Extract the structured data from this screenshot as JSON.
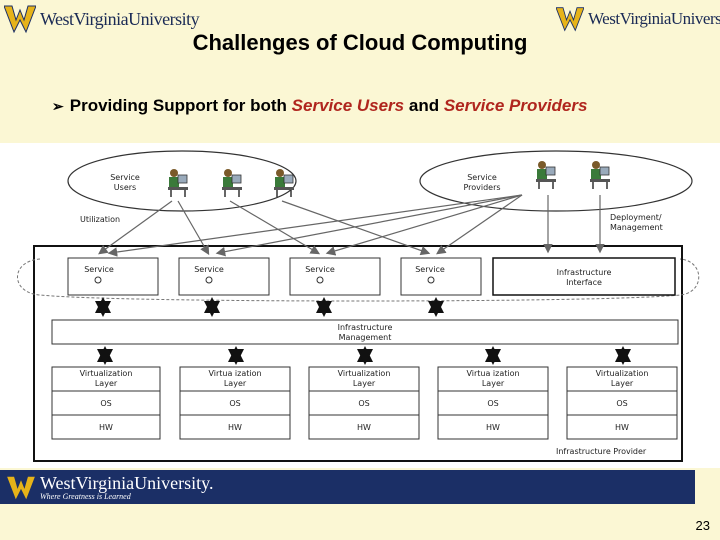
{
  "header": {
    "logo_left": "WestVirginiaUniversity",
    "logo_right": "WestVirginiaUniversity",
    "title": "Challenges of Cloud Computing"
  },
  "bullet": {
    "prefix": "Providing Support for both ",
    "em1": "Service Users",
    "mid": " and ",
    "em2": "Service Providers"
  },
  "diagram": {
    "users_label_1": "Service",
    "users_label_2": "Users",
    "providers_label_1": "Service",
    "providers_label_2": "Providers",
    "utilization": "Utilization",
    "deployment_1": "Deployment/",
    "deployment_2": "Management",
    "service_boxes": [
      "Service",
      "Service",
      "Service",
      "Service"
    ],
    "infra_interface_1": "Infrastructure",
    "infra_interface_2": "Interface",
    "infra_mgmt_1": "Infrastructure",
    "infra_mgmt_2": "Management",
    "stacks": [
      {
        "virt1": "Virtualization",
        "virt2": "Layer",
        "os": "OS",
        "hw": "HW"
      },
      {
        "virt1": "Virtua ization",
        "virt2": "Layer",
        "os": "OS",
        "hw": "HW"
      },
      {
        "virt1": "Virtualization",
        "virt2": "Layer",
        "os": "OS",
        "hw": "HW"
      },
      {
        "virt1": "Virtua ization",
        "virt2": "Layer",
        "os": "OS",
        "hw": "HW"
      },
      {
        "virt1": "Virtualization",
        "virt2": "Layer",
        "os": "OS",
        "hw": "HW"
      }
    ],
    "infra_provider": "Infrastructure Provider"
  },
  "footer": {
    "name": "WestVirginiaUniversity.",
    "tagline": "Where Greatness is Learned"
  },
  "page_number": "23",
  "colors": {
    "background": "#fbf7d4",
    "footer_bar": "#1b2f66",
    "emphasis": "#b0261e",
    "wvu_gold": "#e6b319"
  }
}
